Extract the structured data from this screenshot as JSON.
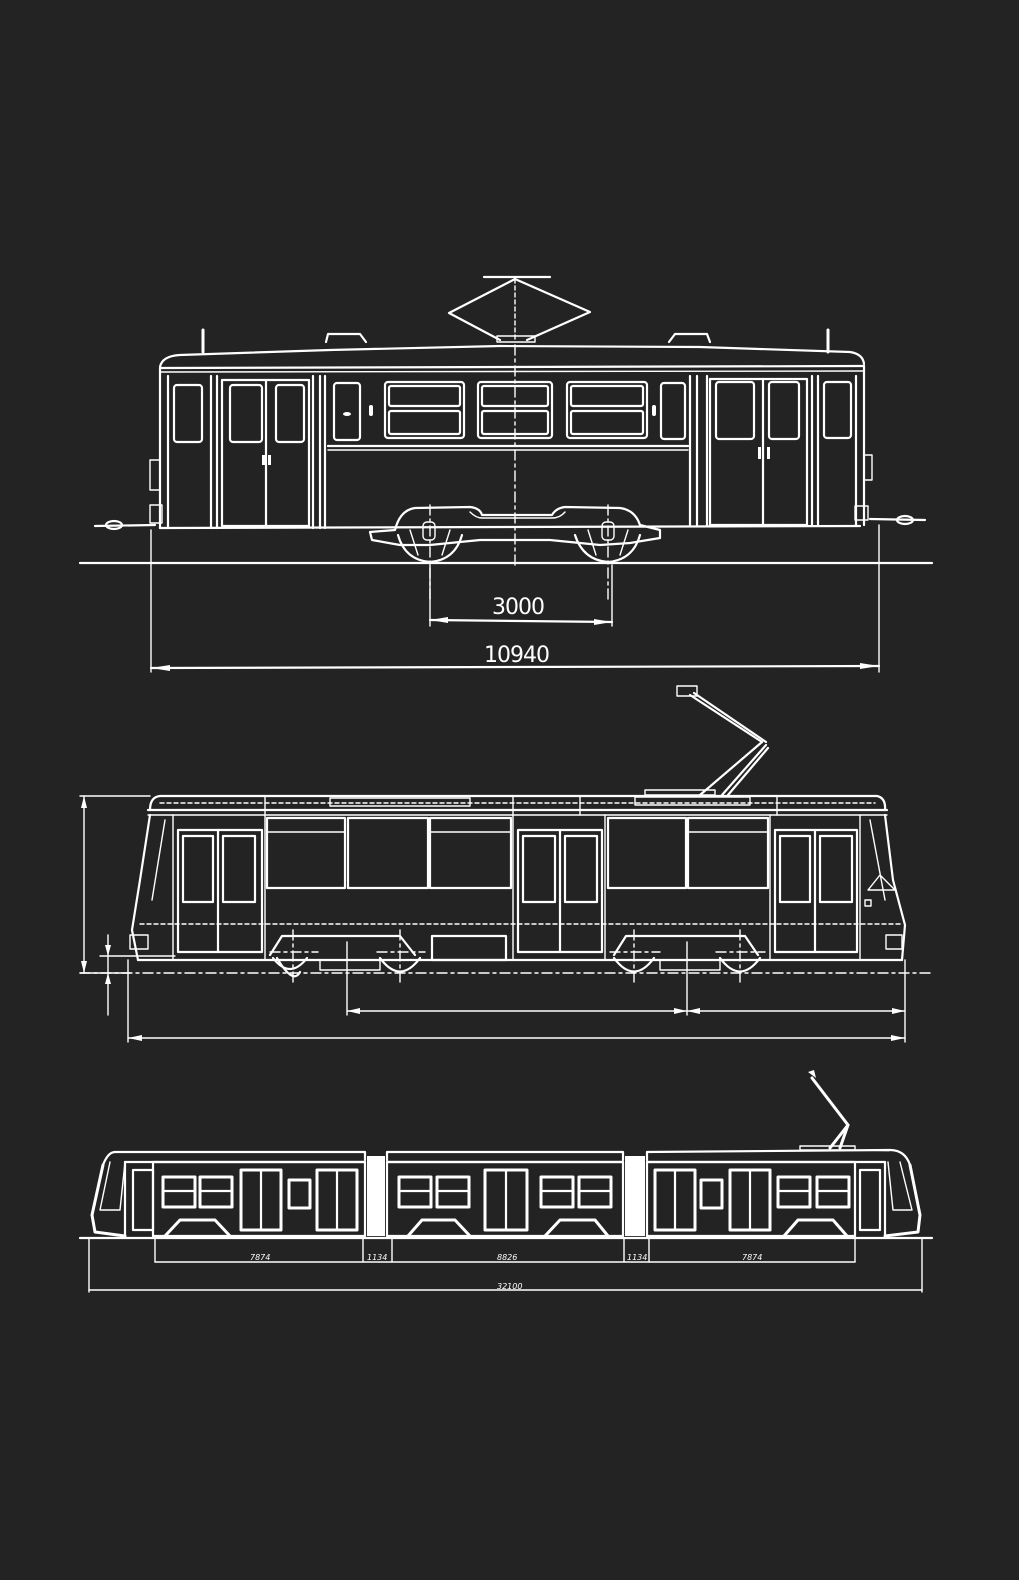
{
  "drawing": {
    "background": "#232323",
    "line_color": "#ffffff",
    "views": [
      {
        "name": "classic-two-axle-bogie-tram",
        "dimensions": {
          "bogie_distance": "3000",
          "overall_length": "10940"
        }
      },
      {
        "name": "modern-single-car-tram",
        "dimensions": {}
      },
      {
        "name": "articulated-three-section-tram",
        "dimensions": {
          "section_1": "7874",
          "joint_1": "1134",
          "section_2": "8826",
          "joint_2": "1134",
          "section_3": "7874",
          "overall_length": "32100"
        }
      }
    ]
  }
}
